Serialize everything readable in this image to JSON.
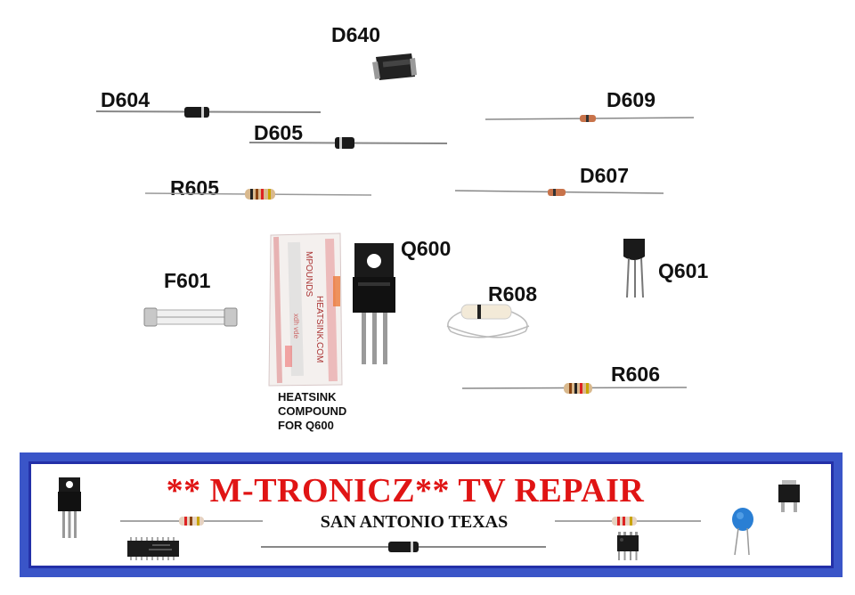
{
  "labels": {
    "d640": "D640",
    "d604": "D604",
    "d609": "D609",
    "d605": "D605",
    "r605": "R605",
    "d607": "D607",
    "q600": "Q600",
    "q601": "Q601",
    "f601": "F601",
    "r608": "R608",
    "r606": "R606"
  },
  "heatsink_caption": {
    "line1": "HEATSINK",
    "line2": "COMPOUND",
    "line3": "FOR Q600"
  },
  "banner": {
    "title": "** M-TRONICZ**  TV REPAIR",
    "subtitle": "SAN ANTONIO TEXAS"
  },
  "colors": {
    "banner_border": "#3a55c8",
    "title_red": "#e01414"
  },
  "icons": [
    "smd-diode-icon",
    "axial-diode-icon",
    "resistor-icon",
    "fuse-icon",
    "heatsink-compound-packet-icon",
    "to220-transistor-icon",
    "to92-transistor-icon",
    "ic-chip-icon",
    "dip8-chip-icon",
    "ceramic-capacitor-icon",
    "dpak-transistor-icon"
  ]
}
